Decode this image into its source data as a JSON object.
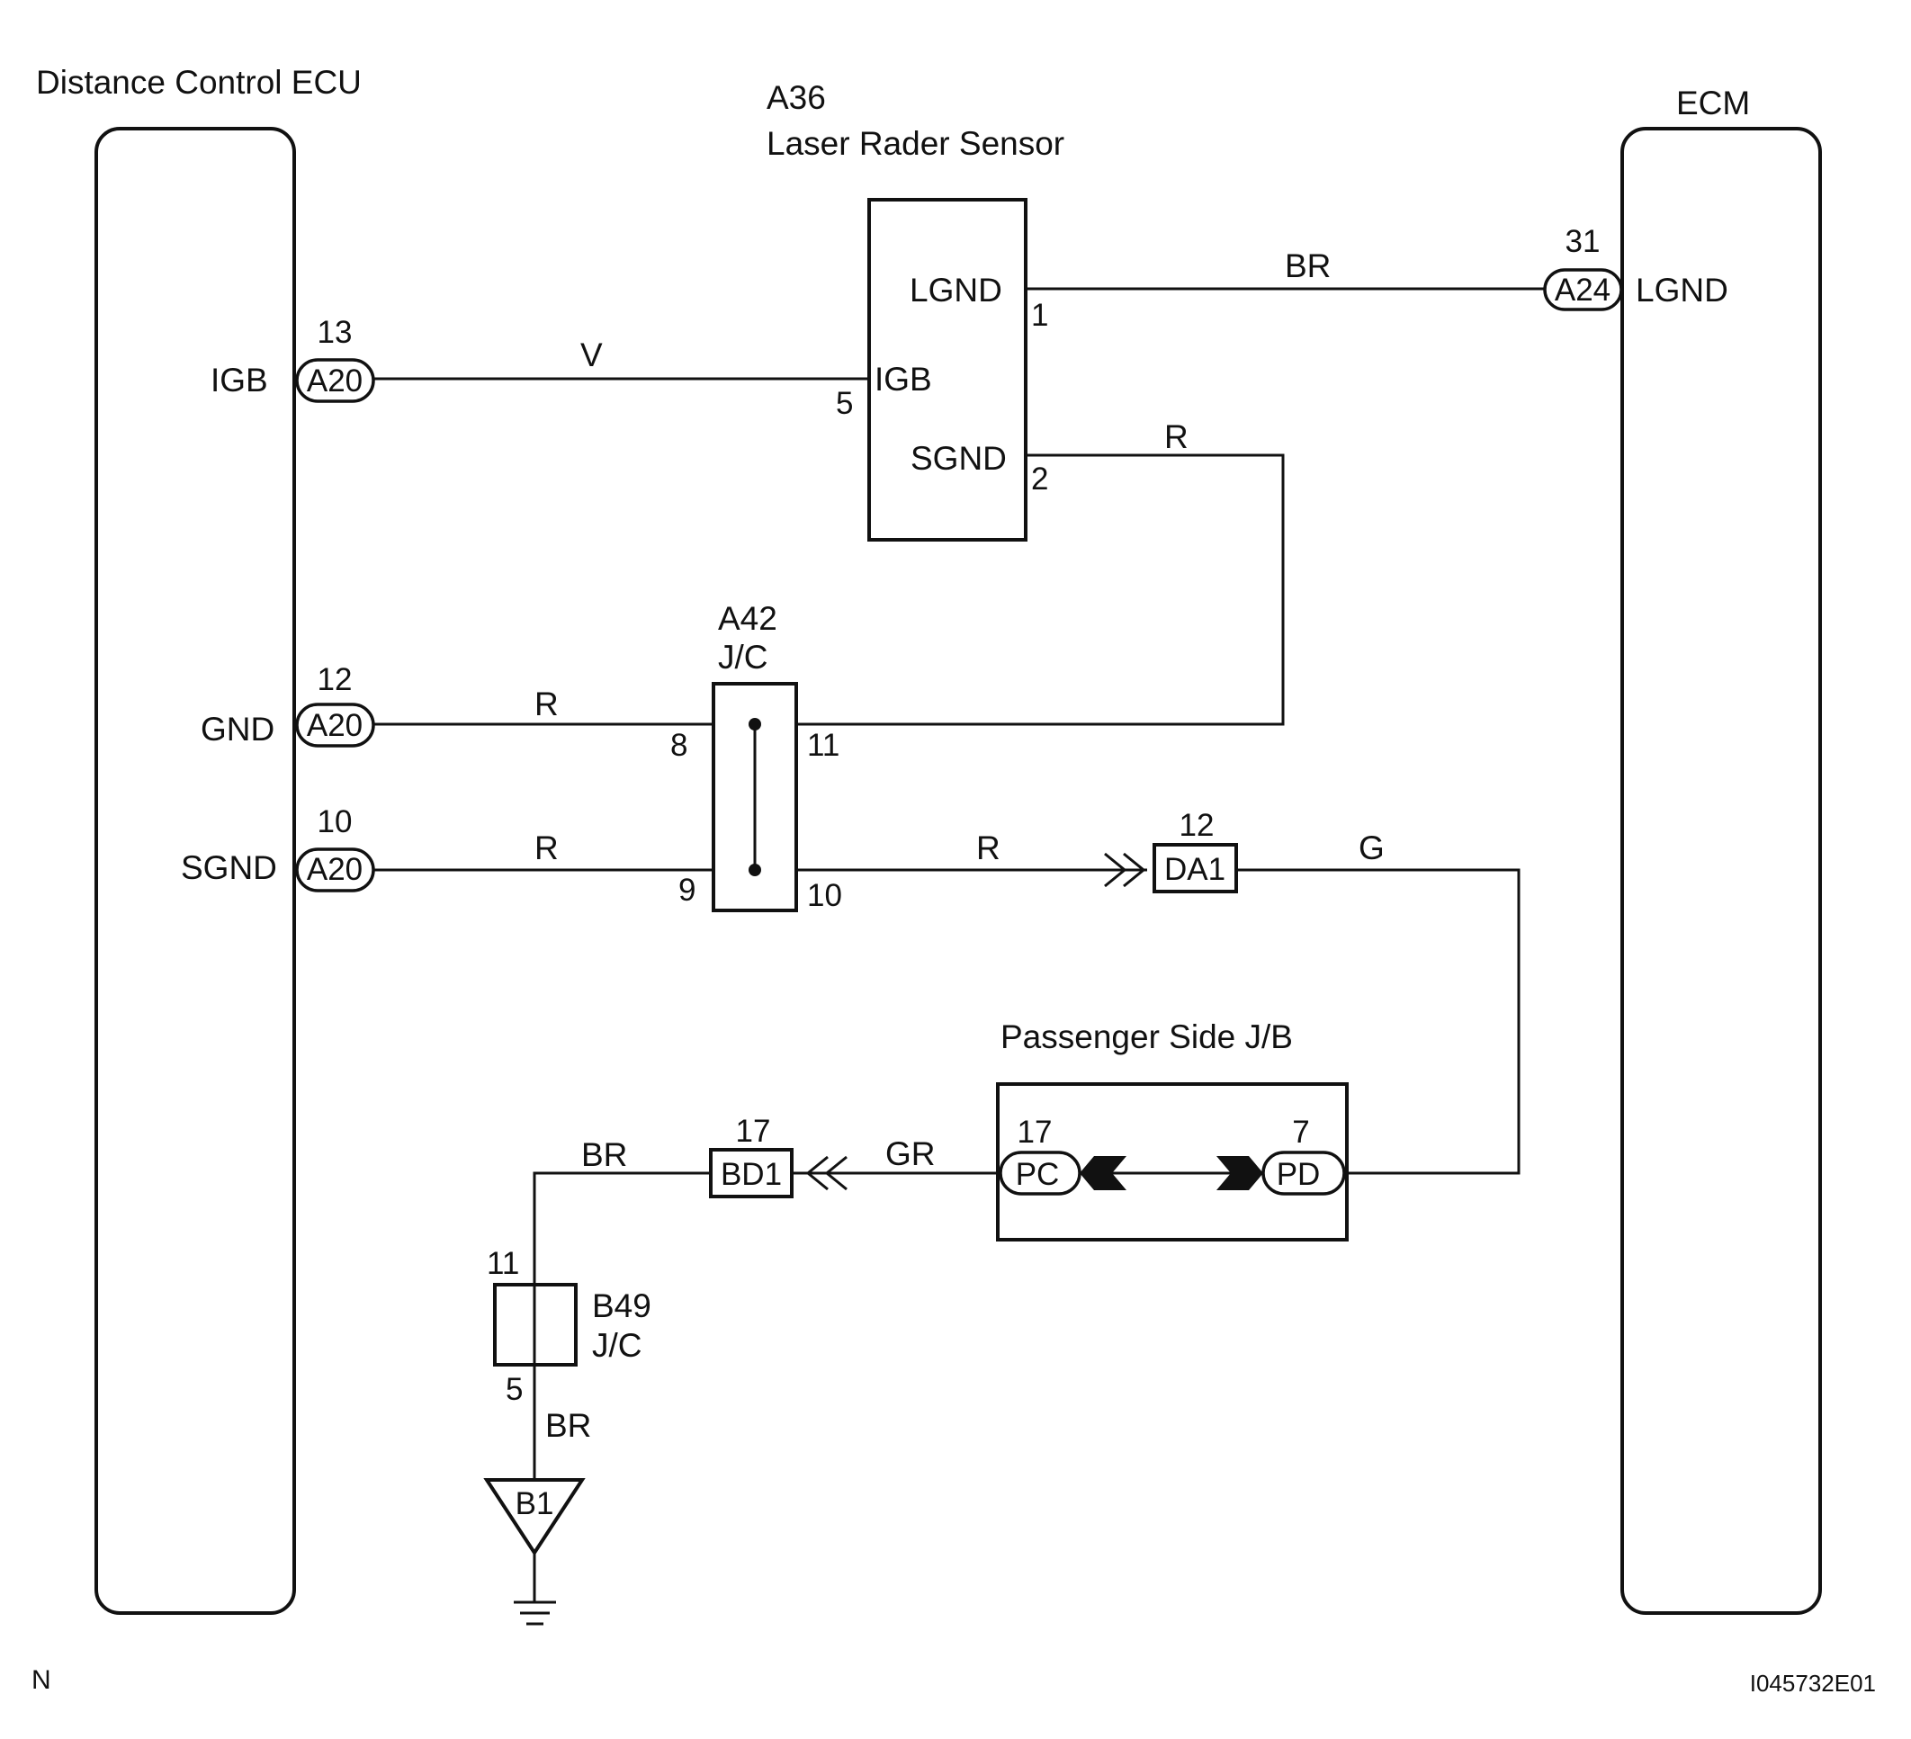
{
  "components": {
    "distance_ecu": {
      "label": "Distance Control ECU"
    },
    "ecm": {
      "label": "ECM"
    },
    "a36": {
      "code": "A36",
      "label": "Laser Rader Sensor"
    },
    "a42": {
      "code": "A42",
      "sub": "J/C"
    },
    "jb": {
      "label": "Passenger Side J/B"
    },
    "b49": {
      "code": "B49",
      "sub": "J/C"
    }
  },
  "ecu_pins": {
    "igb": {
      "name": "IGB",
      "connector": "A20",
      "pin": "13"
    },
    "gnd": {
      "name": "GND",
      "connector": "A20",
      "pin": "12"
    },
    "sgnd": {
      "name": "SGND",
      "connector": "A20",
      "pin": "10"
    }
  },
  "ecm_pin": {
    "name": "LGND",
    "connector": "A24",
    "pin": "31"
  },
  "sensor_pins": {
    "lgnd": {
      "name": "LGND",
      "pin": "1"
    },
    "igb": {
      "name": "IGB",
      "pin": "5"
    },
    "sgnd": {
      "name": "SGND",
      "pin": "2"
    }
  },
  "a42_pins": {
    "p8": "8",
    "p9": "9",
    "p10": "10",
    "p11": "11"
  },
  "connectors": {
    "da1": {
      "code": "DA1",
      "pin": "12"
    },
    "bd1": {
      "code": "BD1",
      "pin": "17"
    },
    "pc": {
      "code": "PC",
      "pin": "17"
    },
    "pd": {
      "code": "PD",
      "pin": "7"
    }
  },
  "b49_pins": {
    "top": "11",
    "bottom": "5"
  },
  "ground": {
    "code": "B1"
  },
  "wire_colors": {
    "lgnd": "BR",
    "igb": "V",
    "sensor_sgnd": "R",
    "gnd": "R",
    "ecu_sgnd": "R",
    "a42_out": "R",
    "da1_pd": "G",
    "pc_bd1": "GR",
    "bd1_b49": "BR",
    "b49_ground": "BR"
  },
  "footer": {
    "left": "N",
    "right": "I045732E01"
  }
}
